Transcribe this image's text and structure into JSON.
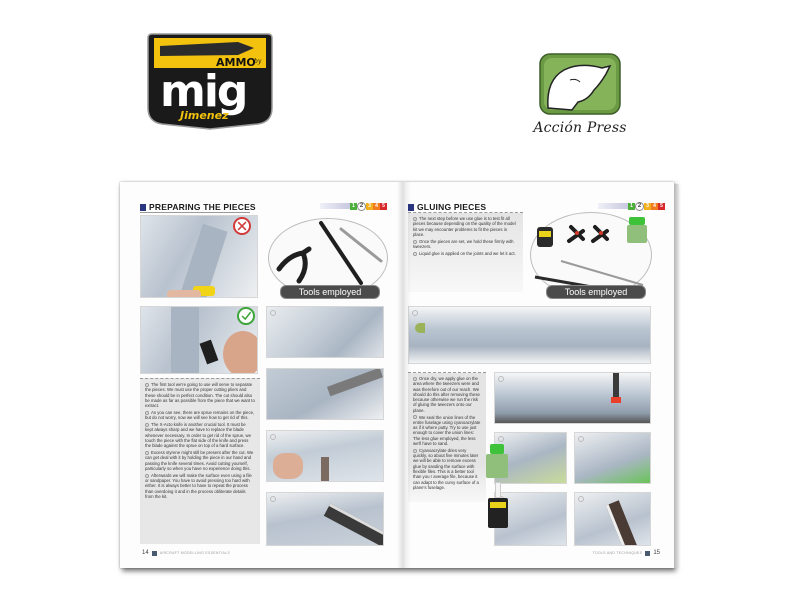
{
  "logos": {
    "ammo": {
      "top_text": "AMMO",
      "by": "by",
      "main_text": "mig",
      "sub_text": "Jimenez"
    },
    "accion_press": {
      "label": "Acción Press"
    }
  },
  "colors": {
    "title_square": "#2a3580",
    "step_colors": [
      "#4caf3a",
      "#ffffff",
      "#f2b01e",
      "#f07c1e",
      "#d8282a"
    ],
    "wrong_mark": "#d13b3b",
    "right_mark": "#3ea53b"
  },
  "left_page": {
    "title": "PREPARING THE PIECES",
    "steps": [
      "1",
      "2",
      "3",
      "4",
      "5"
    ],
    "current_step": "2",
    "tools_label": "Tools employed",
    "paragraphs": [
      "The first tool we're going to use will serve to separate the pieces. We must use the proper cutting pliers and these should be in perfect condition. The cut should also be made as far as possible from the piece that we want to extract.",
      "As you can see, there are sprue remains on the piece, but do not worry, now we will see how to get rid of this.",
      "The X-Acto knife is another crucial tool. It must be kept always sharp and we have to replace the blade whenever necessary. In order to get rid of the sprue, we touch the piece with the flat side of the knife and press the blade against the sprue on top of a hard surface.",
      "Excess styrene might still be present after the cut. We can get deal with it by holding the piece in our hand and passing the knife several times. Avoid cutting yourself, particularly so when you have no experience doing this.",
      "Afterwards we will make the surface even using a file or sandpaper. You have to avoid pressing too hard with either. It is always better to have to repeat the process than overdoing it and in the process obliterate details from the kit."
    ],
    "page_number": "14",
    "running_title": "AIRCRAFT MODELLING ESSENTIALS"
  },
  "right_page": {
    "title": "GLUING PIECES",
    "steps": [
      "1",
      "2",
      "3",
      "4",
      "5"
    ],
    "current_step": "2",
    "tools_label": "Tools employed",
    "intro_paragraphs": [
      "The next step before we use glue is to test fit all pieces because depending on the quality of the model kit we may encounter problems to fit the pieces in place.",
      "Once the pieces are set, we hold these firmly with tweezers.",
      "Liquid glue is applied on the joints and we let it act."
    ],
    "paragraphs": [
      "Once dry, we apply glue on the area where the tweezers were and was therefore out of our reach. We should do this after removing these because otherwise we run the risk of gluing the tweezers onto our plane.",
      "We seal the union lines of the entire fuselage using cyanoacrylate as if it where putty. Try to use just enough to cover the union lines: The less glue employed, the less we'll have to sand.",
      "Cyanoacrylate dries very quickly, so about five minutes later we will be able to remove excess glue by sanding the surface with flexible files. This is a better tool than you r average file, because it can adapt to the curvy surface of a plane's fuselage."
    ],
    "page_number": "15",
    "running_title": "TOOLS AND TECHNIQUES"
  }
}
